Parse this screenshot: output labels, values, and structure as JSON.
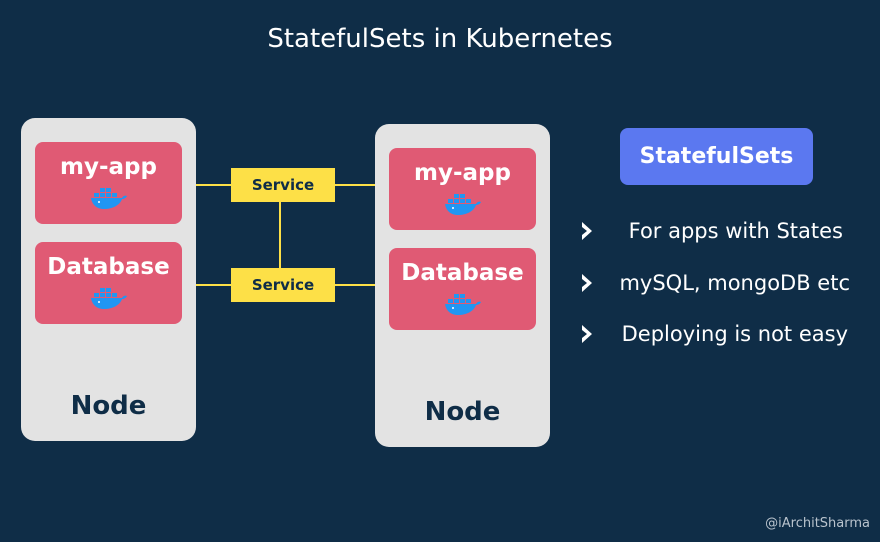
{
  "title": "StatefulSets in Kubernetes",
  "nodes": [
    {
      "label": "Node",
      "pods": [
        {
          "label": "my-app",
          "icon": "docker-whale-icon"
        },
        {
          "label": "Database",
          "icon": "docker-whale-icon"
        }
      ]
    },
    {
      "label": "Node",
      "pods": [
        {
          "label": "my-app",
          "icon": "docker-whale-icon"
        },
        {
          "label": "Database",
          "icon": "docker-whale-icon"
        }
      ]
    }
  ],
  "services": [
    {
      "label": "Service"
    },
    {
      "label": "Service"
    }
  ],
  "statefulsets": {
    "label": "StatefulSets",
    "bullets": [
      "For apps with States",
      "mySQL, mongoDB etc",
      "Deploying is not easy"
    ]
  },
  "credit": "@iArchitSharma",
  "colors": {
    "background": "#0f2d47",
    "node": "#e3e3e3",
    "pod": "#e05a74",
    "service": "#fde047",
    "badge": "#5b78f0",
    "docker": "#2196f3"
  }
}
